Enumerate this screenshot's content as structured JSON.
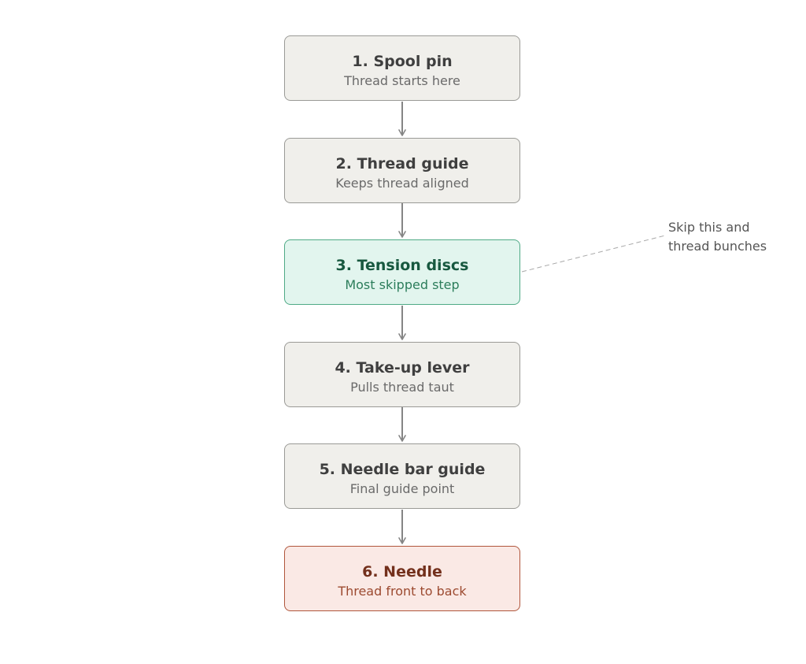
{
  "steps": [
    {
      "title": "1. Spool pin",
      "subtitle": "Thread starts here"
    },
    {
      "title": "2. Thread guide",
      "subtitle": "Keeps thread aligned"
    },
    {
      "title": "3. Tension discs",
      "subtitle": "Most skipped step"
    },
    {
      "title": "4. Take-up lever",
      "subtitle": "Pulls thread taut"
    },
    {
      "title": "5. Needle bar guide",
      "subtitle": "Final guide point"
    },
    {
      "title": "6. Needle",
      "subtitle": "Thread front to back"
    }
  ],
  "annotation": {
    "line1": "Skip this and",
    "line2": "thread bunches"
  },
  "colors": {
    "default_fill": "#f0efeb",
    "highlight_fill": "#e2f5ee",
    "highlight_border": "#4faa86",
    "final_fill": "#fae9e5",
    "final_border": "#b0563c",
    "arrow": "#858585"
  }
}
